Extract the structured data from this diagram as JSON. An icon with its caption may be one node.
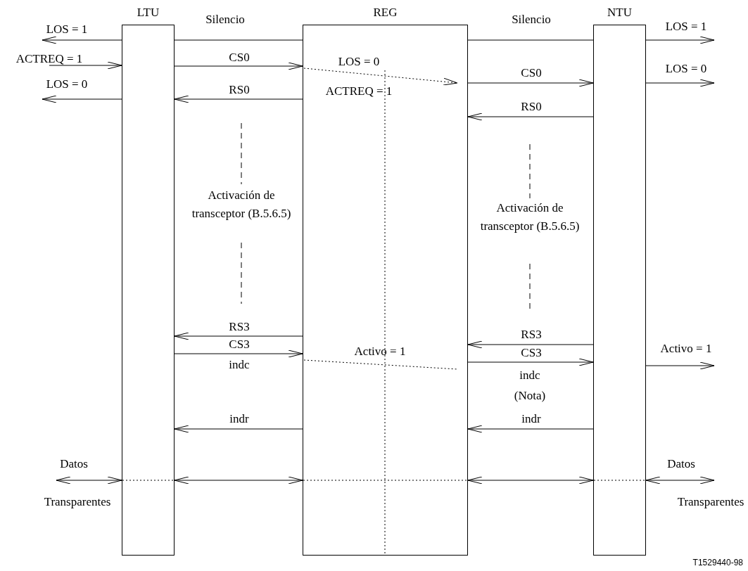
{
  "diagram": {
    "nodes": [
      {
        "text": [
          "LTU"
        ]
      },
      {
        "text": [
          "REG"
        ]
      },
      {
        "text": [
          "NTU"
        ]
      }
    ],
    "edges": [
      {
        "from": 0,
        "to": null,
        "arrow": "to",
        "label": "LOS = 1"
      },
      {
        "from": null,
        "to": 0,
        "arrow": "to",
        "label": "ACTREQ = 1"
      },
      {
        "from": 0,
        "to": null,
        "arrow": "to",
        "label": "LOS = 0"
      },
      {
        "from": 0,
        "to": 1,
        "arrow": "none",
        "label": "Silencio"
      },
      {
        "from": 0,
        "to": 1,
        "arrow": "to",
        "label": "CS0"
      },
      {
        "from": 1,
        "to": 0,
        "arrow": "to",
        "label": "RS0"
      },
      {
        "from": 1,
        "to": 2,
        "arrow": "none",
        "label": "Silencio"
      },
      {
        "from": 1,
        "to": 2,
        "arrow": "to",
        "label": "CS0"
      },
      {
        "from": 2,
        "to": null,
        "arrow": "to",
        "label": "LOS = 1"
      },
      {
        "from": 2,
        "to": null,
        "arrow": "to",
        "label": "LOS = 0"
      },
      {
        "from": 2,
        "to": 1,
        "arrow": "to",
        "label": "RS0"
      },
      {
        "from": 1,
        "to": 0,
        "arrow": "to",
        "label": "RS3"
      },
      {
        "from": 0,
        "to": 1,
        "arrow": "to",
        "label": "CS3"
      },
      {
        "from": 2,
        "to": 1,
        "arrow": "to",
        "label": "RS3"
      },
      {
        "from": 1,
        "to": 2,
        "arrow": "to",
        "label": "CS3"
      },
      {
        "from": 2,
        "to": null,
        "arrow": "to",
        "label": "Activo = 1"
      },
      {
        "from": 1,
        "to": 0,
        "arrow": "to",
        "label": "indr"
      },
      {
        "from": 2,
        "to": 1,
        "arrow": "to",
        "label": "indr"
      },
      {
        "from": null,
        "to": 0,
        "arrow": "both",
        "label": "Datos"
      },
      {
        "from": 0,
        "to": 1,
        "arrow": "both"
      },
      {
        "from": 1,
        "to": 2,
        "arrow": "both"
      },
      {
        "from": 2,
        "to": null,
        "arrow": "both",
        "label": "Datos"
      }
    ],
    "labels": [
      "LOS = 0",
      "ACTREQ = 1",
      "Activación de transceptor (B.5.6.5)",
      "Activación de transceptor (B.5.6.5)",
      "indc",
      "Activo = 1",
      "indc",
      "(Nota)",
      "Transparentes",
      "Transparentes",
      "T1529440-98"
    ]
  }
}
